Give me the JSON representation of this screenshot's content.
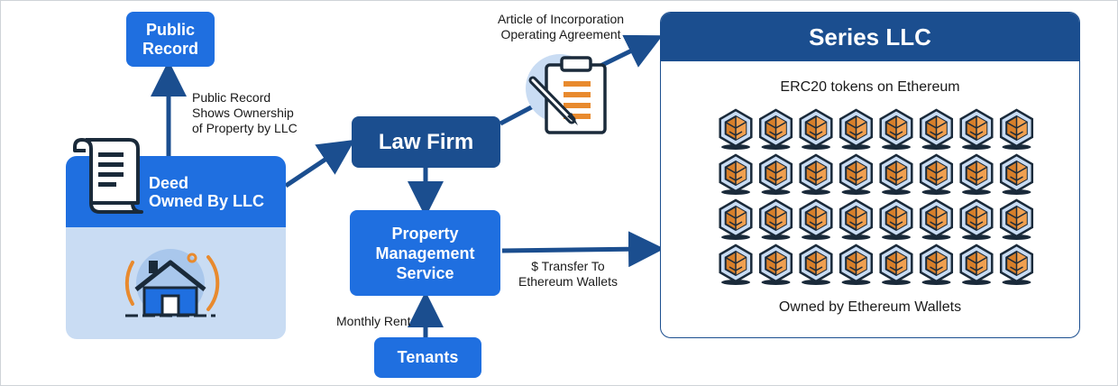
{
  "nodes": {
    "public_record": "Public\nRecord",
    "deed": "Deed\nOwned By LLC",
    "law_firm": "Law Firm",
    "property_management": "Property\nManagement\nService",
    "tenants": "Tenants",
    "series_llc": "Series LLC"
  },
  "labels": {
    "public_record_shows": "Public Record\nShows Ownership\nof Property by LLC",
    "articles": "Article of Incorporation\nOperating Agreement",
    "monthly_rent": "Monthly Rent",
    "transfer": "$ Transfer To\nEthereum Wallets"
  },
  "series_panel": {
    "tokens_caption": "ERC20 tokens on Ethereum",
    "owned_caption": "Owned by Ethereum Wallets",
    "token_rows": 4,
    "token_cols": 8
  },
  "icons": [
    "document-icon",
    "house-icon",
    "clipboard-icon",
    "pen-icon",
    "token-icon"
  ],
  "colors": {
    "primary_blue": "#1f6fe0",
    "navy": "#1b4e8f",
    "light_blue": "#c9dcf3",
    "orange": "#e88a2e",
    "dark": "#1a2a3a"
  }
}
